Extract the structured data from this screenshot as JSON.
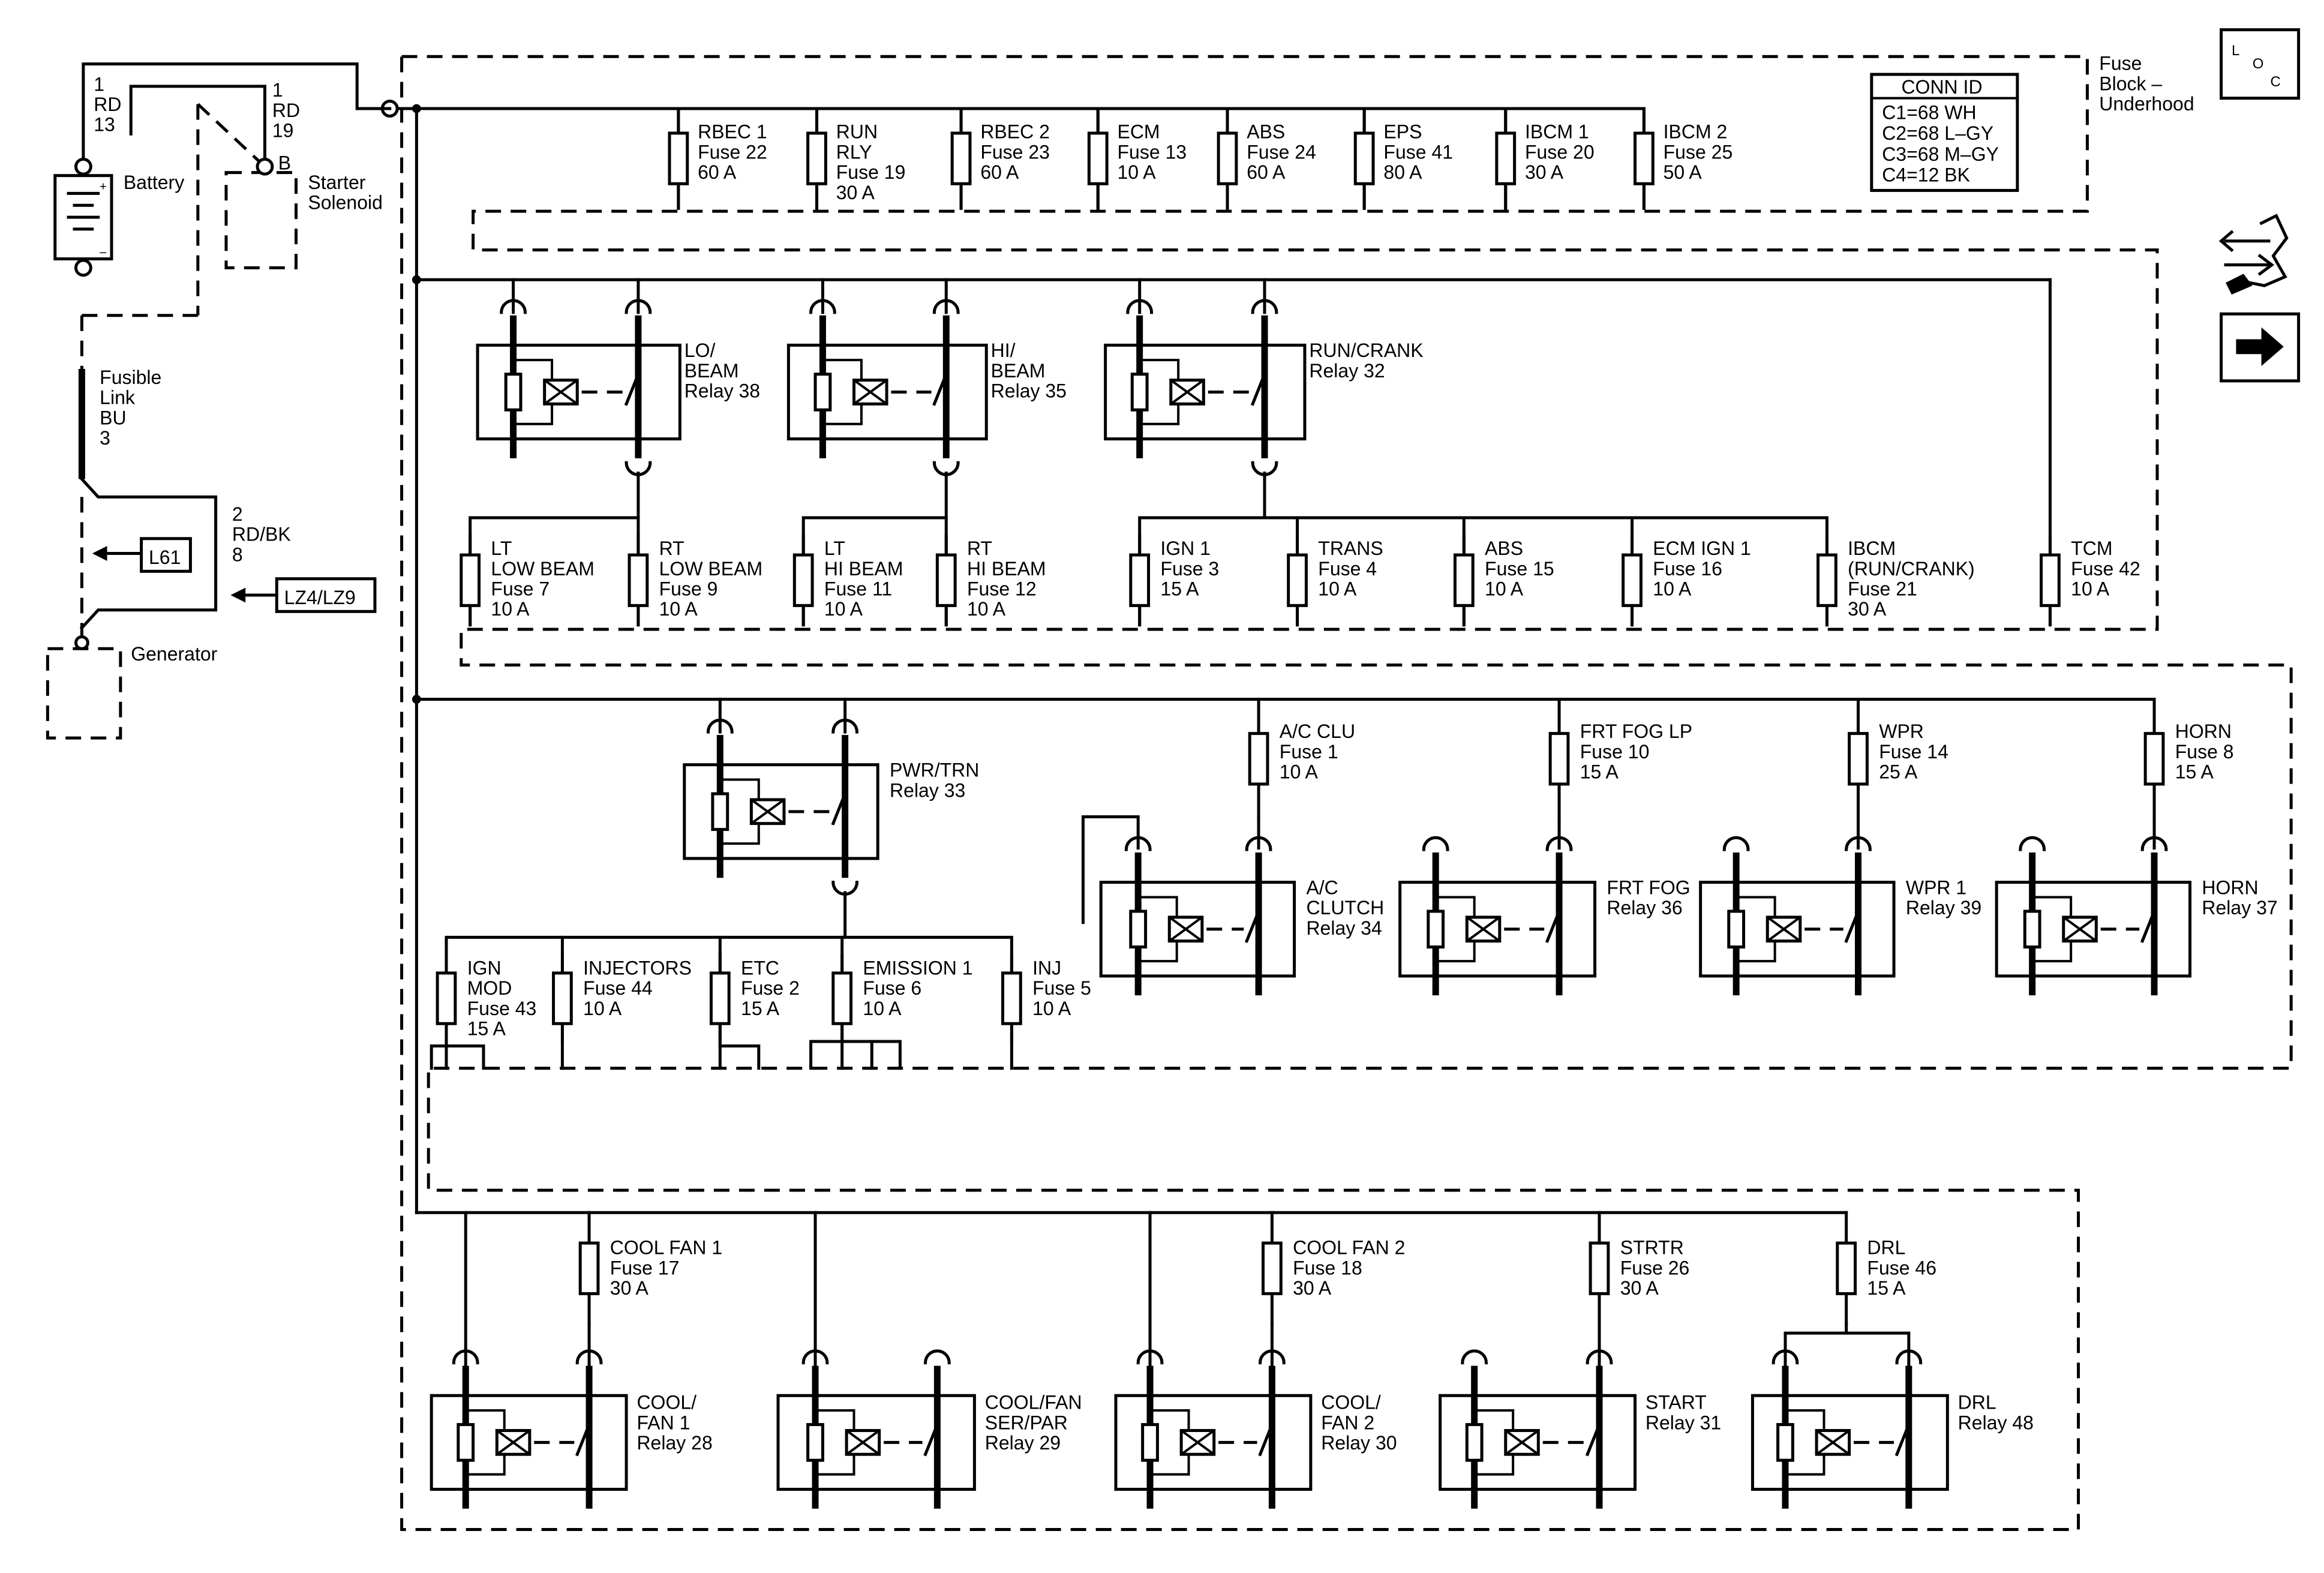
{
  "fuse_block": {
    "title": [
      "Fuse",
      "Block –",
      "Underhood"
    ]
  },
  "conn_id": {
    "header": "CONN ID",
    "rows": [
      "C1=68 WH",
      "C2=68 L–GY",
      "C3=68 M–GY",
      "C4=12 BK"
    ]
  },
  "loc_icon": {
    "letters": [
      "L",
      "O",
      "C"
    ]
  },
  "left_components": {
    "battery": {
      "label": "Battery",
      "wire": [
        "1",
        "RD",
        "13"
      ],
      "plus": "+",
      "minus": "–"
    },
    "starter_solenoid": {
      "label": [
        "Starter",
        "Solenoid"
      ],
      "wire": [
        "1",
        "RD",
        "19",
        "B"
      ]
    },
    "fusible_link": {
      "label": [
        "Fusible",
        "Link",
        "BU",
        "3"
      ]
    },
    "generator": {
      "label": "Generator",
      "wire": [
        "2",
        "RD/BK",
        "8"
      ]
    },
    "refs": [
      "L61",
      "LZ4/LZ9"
    ]
  },
  "row1_fuses": [
    {
      "name": "rbec1",
      "lines": [
        "RBEC 1",
        "Fuse 22",
        "60 A"
      ]
    },
    {
      "name": "run-rly",
      "lines": [
        "RUN",
        "RLY",
        "Fuse 19",
        "30 A"
      ]
    },
    {
      "name": "rbec2",
      "lines": [
        "RBEC 2",
        "Fuse 23",
        "60 A"
      ]
    },
    {
      "name": "ecm",
      "lines": [
        "ECM",
        "Fuse 13",
        "10 A"
      ]
    },
    {
      "name": "abs",
      "lines": [
        "ABS",
        "Fuse 24",
        "60 A"
      ]
    },
    {
      "name": "eps",
      "lines": [
        "EPS",
        "Fuse 41",
        "80 A"
      ]
    },
    {
      "name": "ibcm1",
      "lines": [
        "IBCM 1",
        "Fuse 20",
        "30 A"
      ]
    },
    {
      "name": "ibcm2",
      "lines": [
        "IBCM 2",
        "Fuse 25",
        "50 A"
      ]
    }
  ],
  "row2_relays": [
    {
      "name": "lo-beam",
      "lines": [
        "LO/",
        "BEAM",
        "Relay 38"
      ]
    },
    {
      "name": "hi-beam",
      "lines": [
        "HI/",
        "BEAM",
        "Relay 35"
      ]
    },
    {
      "name": "run-crank",
      "lines": [
        "RUN/CRANK",
        "Relay 32"
      ]
    }
  ],
  "row2_fuses": [
    {
      "name": "lt-low-beam",
      "lines": [
        "LT",
        "LOW BEAM",
        "Fuse 7",
        "10 A"
      ]
    },
    {
      "name": "rt-low-beam",
      "lines": [
        "RT",
        "LOW BEAM",
        "Fuse 9",
        "10 A"
      ]
    },
    {
      "name": "lt-hi-beam",
      "lines": [
        "LT",
        "HI BEAM",
        "Fuse 11",
        "10 A"
      ]
    },
    {
      "name": "rt-hi-beam",
      "lines": [
        "RT",
        "HI BEAM",
        "Fuse 12",
        "10 A"
      ]
    },
    {
      "name": "ign1",
      "lines": [
        "IGN 1",
        "Fuse 3",
        "15 A"
      ]
    },
    {
      "name": "trans",
      "lines": [
        "TRANS",
        "Fuse 4",
        "10 A"
      ]
    },
    {
      "name": "abs-15",
      "lines": [
        "ABS",
        "Fuse 15",
        "10 A"
      ]
    },
    {
      "name": "ecm-ign1",
      "lines": [
        "ECM IGN 1",
        "Fuse 16",
        "10 A"
      ]
    },
    {
      "name": "ibcm-run-crank",
      "lines": [
        "IBCM",
        "(RUN/CRANK)",
        "Fuse 21",
        "30 A"
      ]
    },
    {
      "name": "tcm",
      "lines": [
        "TCM",
        "Fuse 42",
        "10 A"
      ]
    }
  ],
  "row3_relays": [
    {
      "name": "pwr-trn",
      "lines": [
        "PWR/TRN",
        "Relay 33"
      ]
    },
    {
      "name": "ac-clutch",
      "lines": [
        "A/C",
        "CLUTCH",
        "Relay 34"
      ]
    },
    {
      "name": "frt-fog",
      "lines": [
        "FRT FOG",
        "Relay 36"
      ]
    },
    {
      "name": "wpr1",
      "lines": [
        "WPR 1",
        "Relay 39"
      ]
    },
    {
      "name": "horn",
      "lines": [
        "HORN",
        "Relay 37"
      ]
    }
  ],
  "row3_top_fuses": [
    {
      "name": "ac-clu",
      "lines": [
        "A/C CLU",
        "Fuse 1",
        "10 A"
      ]
    },
    {
      "name": "frt-fog-lp",
      "lines": [
        "FRT FOG LP",
        "Fuse 10",
        "15 A"
      ]
    },
    {
      "name": "wpr",
      "lines": [
        "WPR",
        "Fuse 14",
        "25 A"
      ]
    },
    {
      "name": "horn-fuse",
      "lines": [
        "HORN",
        "Fuse 8",
        "15 A"
      ]
    }
  ],
  "row3_bottom_fuses": [
    {
      "name": "ign-mod",
      "lines": [
        "IGN",
        "MOD",
        "Fuse 43",
        "15 A"
      ]
    },
    {
      "name": "injectors",
      "lines": [
        "INJECTORS",
        "Fuse 44",
        "10 A"
      ]
    },
    {
      "name": "etc",
      "lines": [
        "ETC",
        "Fuse 2",
        "15 A"
      ]
    },
    {
      "name": "emission1",
      "lines": [
        "EMISSION 1",
        "Fuse 6",
        "10 A"
      ]
    },
    {
      "name": "inj",
      "lines": [
        "INJ",
        "Fuse 5",
        "10 A"
      ]
    }
  ],
  "row4_fuses": [
    {
      "name": "cool-fan1",
      "lines": [
        "COOL FAN 1",
        "Fuse 17",
        "30 A"
      ]
    },
    {
      "name": "cool-fan2",
      "lines": [
        "COOL FAN 2",
        "Fuse 18",
        "30 A"
      ]
    },
    {
      "name": "strtr",
      "lines": [
        "STRTR",
        "Fuse 26",
        "30 A"
      ]
    },
    {
      "name": "drl-fuse",
      "lines": [
        "DRL",
        "Fuse 46",
        "15 A"
      ]
    }
  ],
  "row4_relays": [
    {
      "name": "cool-fan1-relay",
      "lines": [
        "COOL/",
        "FAN 1",
        "Relay 28"
      ]
    },
    {
      "name": "cool-fan-ser-par",
      "lines": [
        "COOL/FAN",
        "SER/PAR",
        "Relay 29"
      ]
    },
    {
      "name": "cool-fan2-relay",
      "lines": [
        "COOL/",
        "FAN 2",
        "Relay 30"
      ]
    },
    {
      "name": "start",
      "lines": [
        "START",
        "Relay 31"
      ]
    },
    {
      "name": "drl-relay",
      "lines": [
        "DRL",
        "Relay 48"
      ]
    }
  ]
}
